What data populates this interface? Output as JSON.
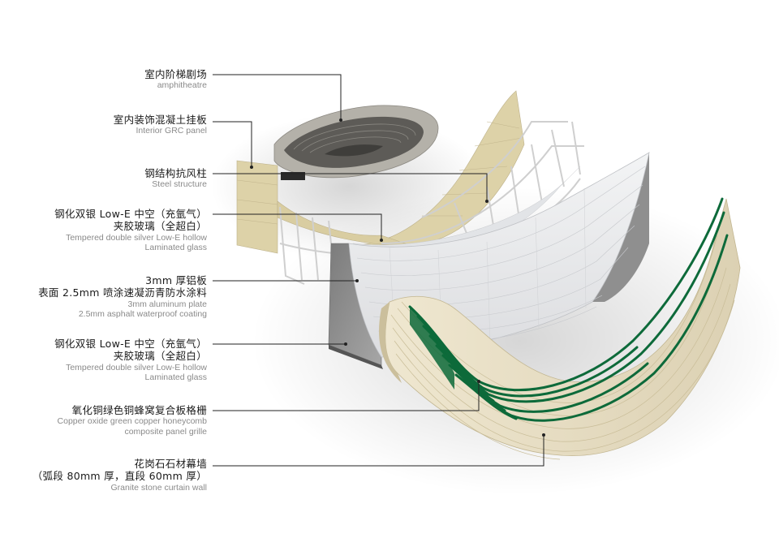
{
  "colors": {
    "leader_line": "#222222",
    "granite": "#e6dcc0",
    "copper_green": "#0d6a3a",
    "aluminum": "#8e8e8e",
    "glass": "#e9eaec",
    "concrete": "#a9a6a0",
    "grc_panel": "#ddd2a8",
    "steel": "#c9c9c9"
  },
  "labels": [
    {
      "zh": [
        "室内阶梯剧场"
      ],
      "en": [
        "amphitheatre"
      ]
    },
    {
      "zh": [
        "室内装饰混凝土挂板"
      ],
      "en": [
        "Interior GRC panel"
      ]
    },
    {
      "zh": [
        "钢结构抗风柱"
      ],
      "en": [
        "Steel structure"
      ]
    },
    {
      "zh": [
        "钢化双银 Low-E 中空（充氩气）",
        "夹胶玻璃（全超白）"
      ],
      "en": [
        "Tempered double silver Low-E hollow",
        "Laminated glass"
      ]
    },
    {
      "zh": [
        "3mm 厚铝板",
        "表面 2.5mm 喷涂速凝沥青防水涂料"
      ],
      "en": [
        "3mm aluminum plate",
        "2.5mm asphalt waterproof coating"
      ]
    },
    {
      "zh": [
        "钢化双银 Low-E 中空（充氩气）",
        "夹胶玻璃（全超白）"
      ],
      "en": [
        "Tempered double silver Low-E hollow",
        "Laminated glass"
      ]
    },
    {
      "zh": [
        "氧化铜绿色铜蜂窝复合板格栅"
      ],
      "en": [
        "Copper oxide green copper honeycomb",
        "composite panel grille"
      ]
    },
    {
      "zh": [
        "花岗石石材幕墙",
        "（弧段 80mm 厚，直段 60mm 厚）"
      ],
      "en": [
        "Granite stone curtain wall"
      ]
    }
  ]
}
